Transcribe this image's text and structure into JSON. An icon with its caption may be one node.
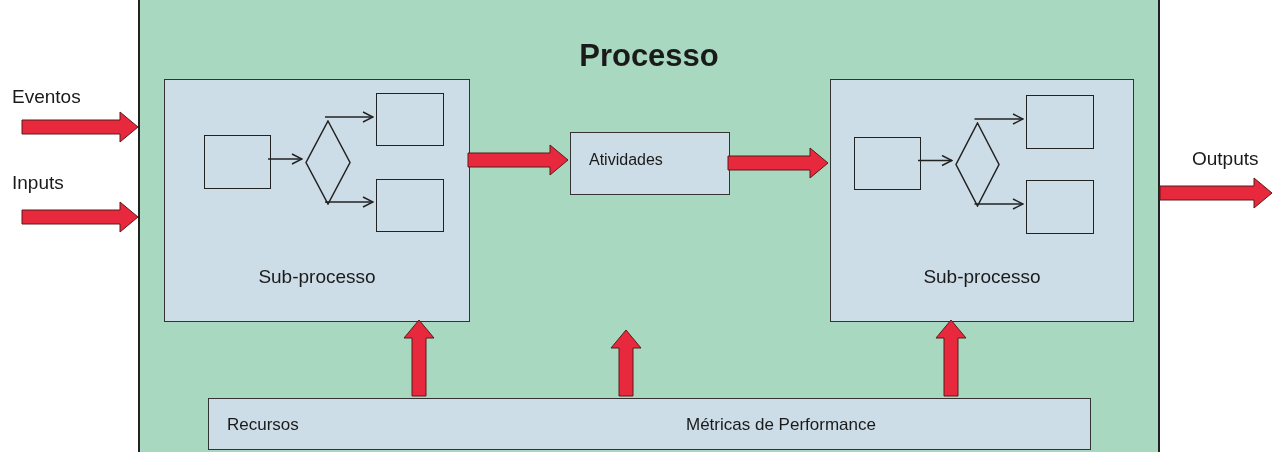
{
  "diagram": {
    "nodes": [
      {
        "text": [
          "Processo"
        ]
      },
      {
        "text": [
          "Sub-processo"
        ],
        "in": 0
      },
      {
        "text": [],
        "shape": "box",
        "in": 1
      },
      {
        "text": [],
        "shape": "diamond",
        "in": 1
      },
      {
        "text": [],
        "shape": "box",
        "in": 1
      },
      {
        "text": [],
        "shape": "box",
        "in": 1
      },
      {
        "text": [
          "Atividades"
        ],
        "in": 0
      },
      {
        "text": [
          "Sub-processo"
        ],
        "in": 0
      },
      {
        "text": [],
        "shape": "box",
        "in": 7
      },
      {
        "text": [],
        "shape": "diamond",
        "in": 7
      },
      {
        "text": [],
        "shape": "box",
        "in": 7
      },
      {
        "text": [],
        "shape": "box",
        "in": 7
      },
      {
        "text": [
          "Recursos",
          "Métricas de Performance"
        ],
        "in": 0
      }
    ],
    "edges": [
      {
        "from": null,
        "to": 0,
        "arrow": "to",
        "style": "thick",
        "color": "#e8283c"
      },
      {
        "from": null,
        "to": 0,
        "arrow": "to",
        "style": "thick",
        "color": "#e8283c"
      },
      {
        "from": 0,
        "to": null,
        "arrow": "to",
        "style": "thick",
        "color": "#e8283c"
      },
      {
        "from": 1,
        "to": 6,
        "arrow": "to",
        "style": "thick",
        "color": "#e8283c"
      },
      {
        "from": 6,
        "to": 7,
        "arrow": "to",
        "style": "thick",
        "color": "#e8283c"
      },
      {
        "from": 12,
        "to": 1,
        "arrow": "to",
        "style": "thick",
        "color": "#e8283c"
      },
      {
        "from": 12,
        "to": null,
        "arrow": "to",
        "style": "thick",
        "color": "#e8283c"
      },
      {
        "from": 12,
        "to": 7,
        "arrow": "to",
        "style": "thick",
        "color": "#e8283c"
      },
      {
        "from": 2,
        "to": 3,
        "arrow": "to"
      },
      {
        "from": 3,
        "to": 4,
        "arrow": "to"
      },
      {
        "from": 3,
        "to": 5,
        "arrow": "to"
      },
      {
        "from": 8,
        "to": 9,
        "arrow": "to"
      },
      {
        "from": 9,
        "to": 10,
        "arrow": "to"
      },
      {
        "from": 9,
        "to": 11,
        "arrow": "to"
      }
    ],
    "labels": [
      "Eventos",
      "Inputs",
      "Outputs"
    ]
  }
}
